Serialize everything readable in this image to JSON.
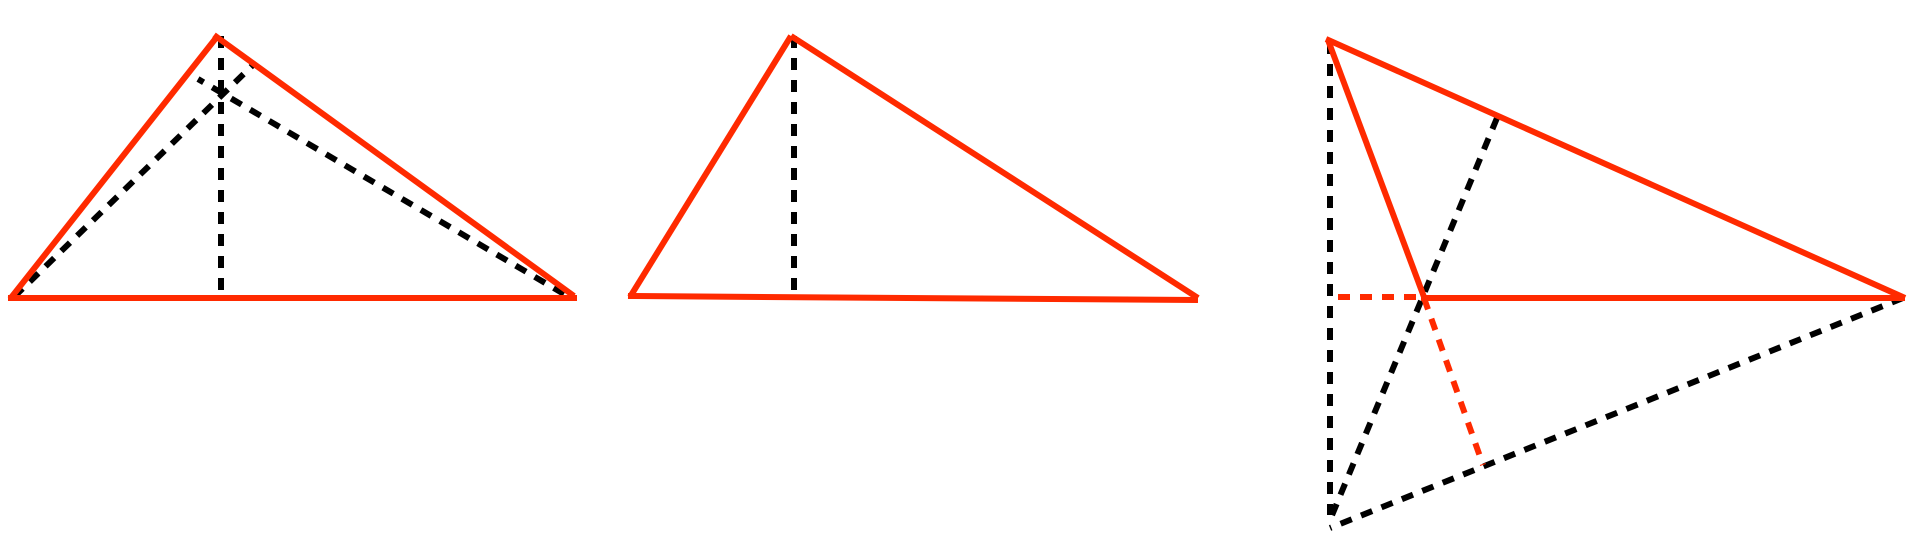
{
  "colors": {
    "background": "#ffffff",
    "triangle_side": "#ff2a00",
    "construction_line": "#000000",
    "highlight_construction": "#ff2a00"
  },
  "figures": [
    {
      "name": "acute-triangle",
      "description_kind": "triangle with three altitudes meeting inside",
      "altitude_count": 3
    },
    {
      "name": "right-triangle",
      "description_kind": "triangle with one altitude from apex",
      "altitude_count": 1
    },
    {
      "name": "obtuse-triangle",
      "description_kind": "obtuse triangle with extended altitudes meeting outside",
      "altitude_count": 3
    }
  ]
}
